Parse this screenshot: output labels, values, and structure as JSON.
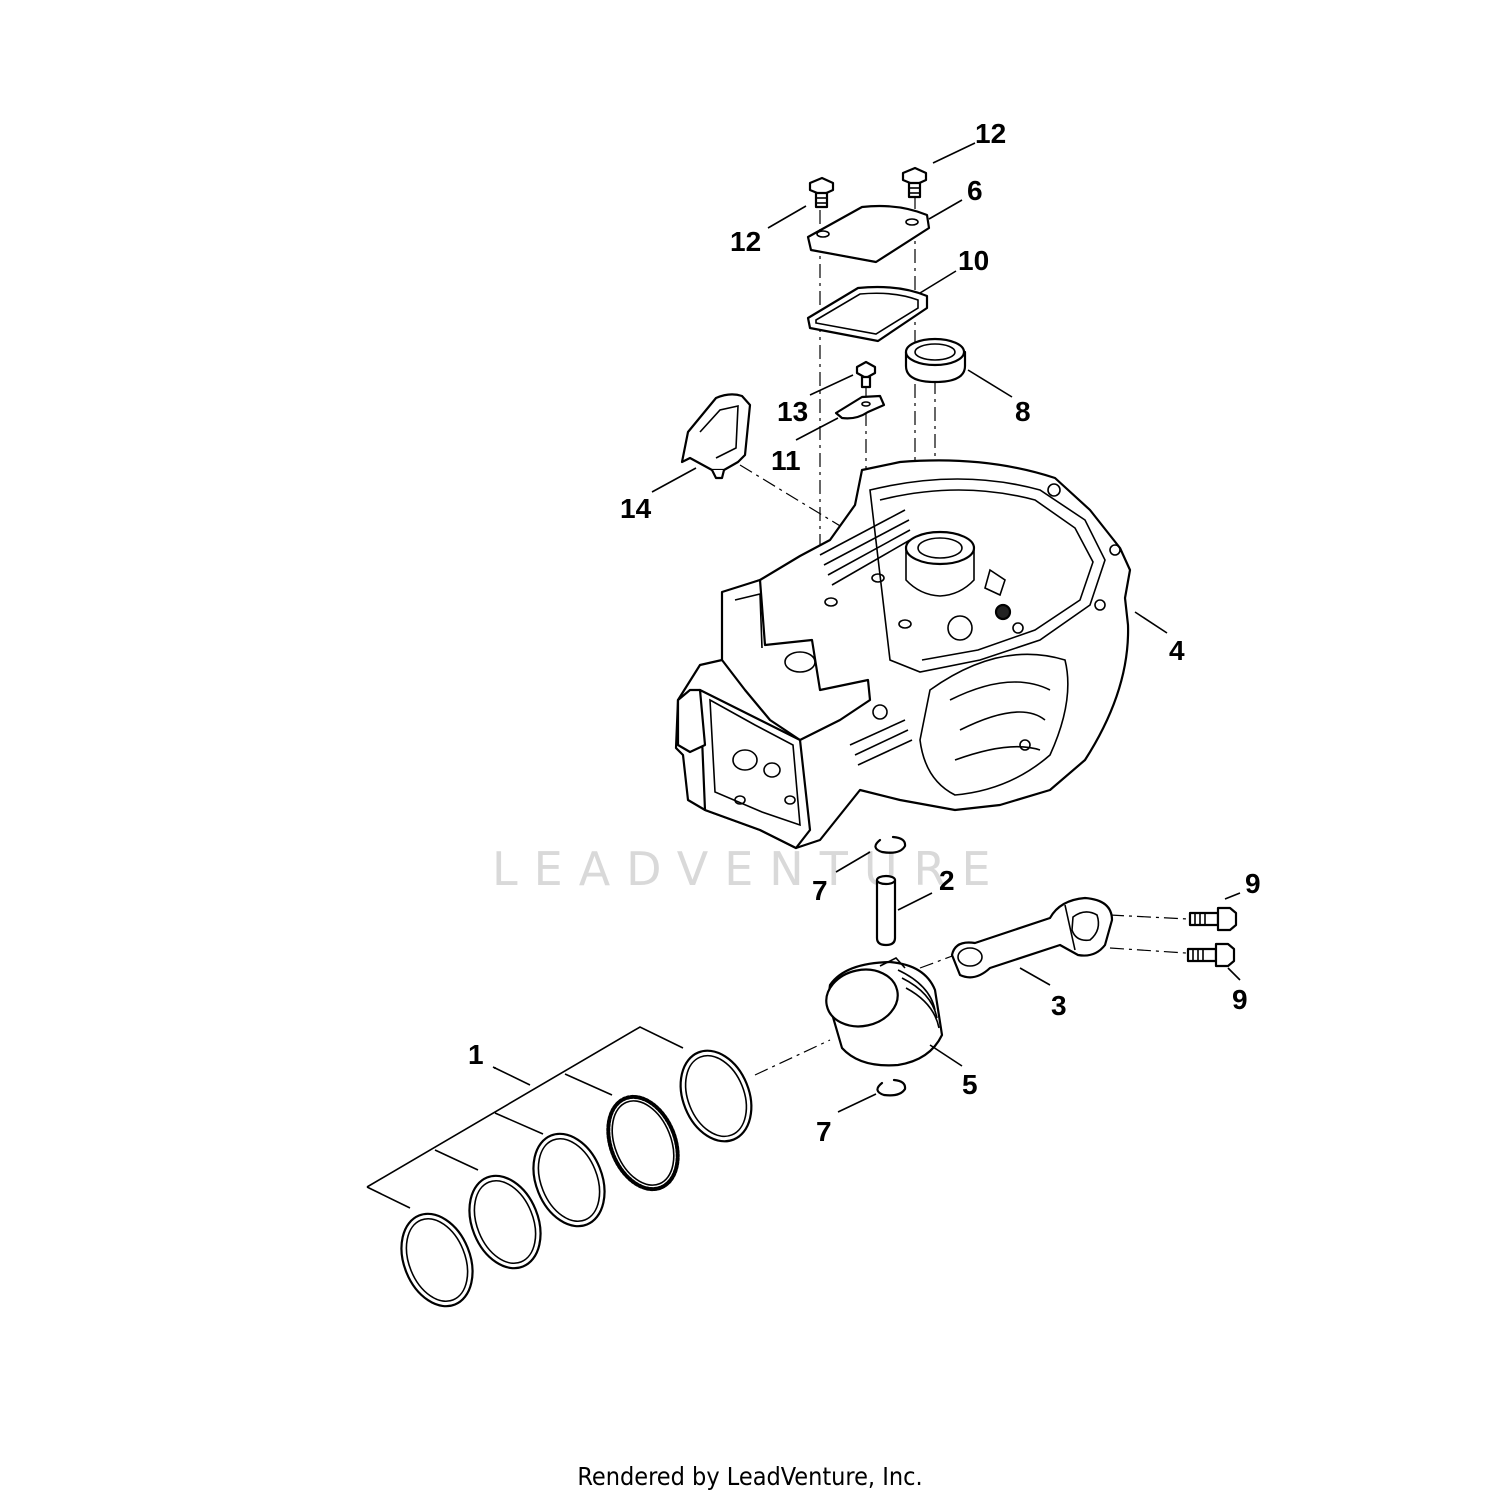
{
  "diagram": {
    "callouts": {
      "c1": "1",
      "c2": "2",
      "c3": "3",
      "c4": "4",
      "c5": "5",
      "c6": "6",
      "c7a": "7",
      "c7b": "7",
      "c8": "8",
      "c9a": "9",
      "c9b": "9",
      "c10": "10",
      "c11": "11",
      "c12a": "12",
      "c12b": "12",
      "c13": "13",
      "c14": "14"
    },
    "watermark": "LEADVENTURE",
    "footer": "Rendered by LeadVenture, Inc."
  },
  "colors": {
    "line": "#000000",
    "watermark": "#d9d9d9",
    "background": "#ffffff"
  }
}
